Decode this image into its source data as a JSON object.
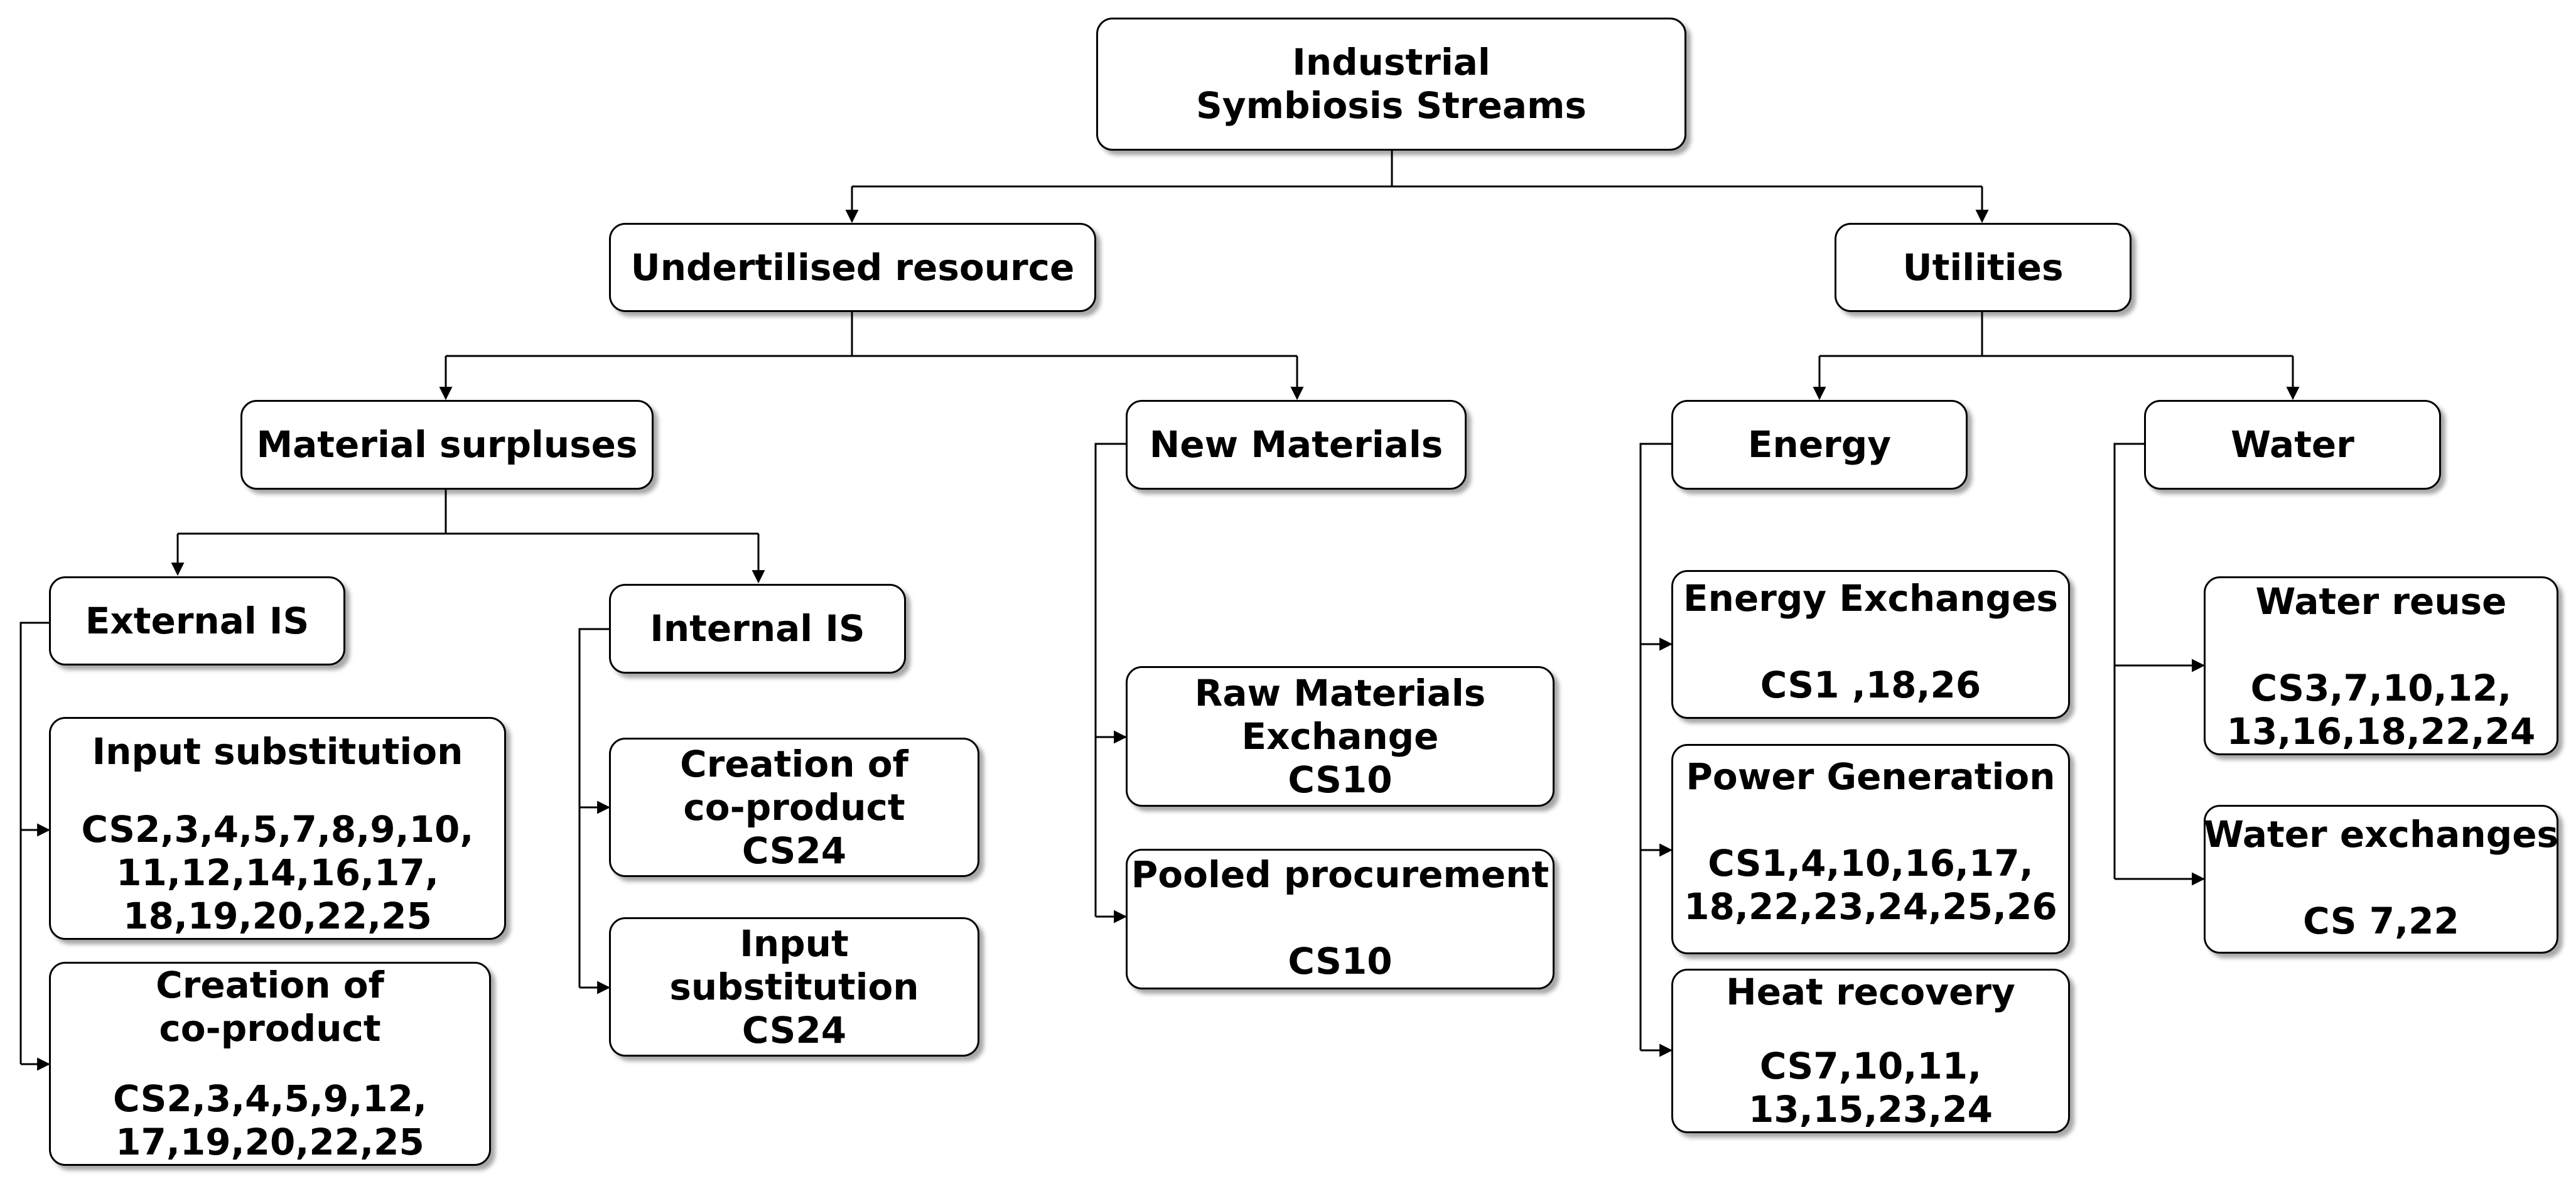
{
  "nodes": {
    "root": [
      "Industrial",
      "Symbiosis Streams"
    ],
    "undertilised": [
      "Undertilised resource"
    ],
    "utilities": [
      "Utilities"
    ],
    "material_surpluses": [
      "Material surpluses"
    ],
    "new_materials": [
      "New Materials"
    ],
    "energy": [
      "Energy"
    ],
    "water": [
      "Water"
    ],
    "external_is": [
      "External IS"
    ],
    "internal_is": [
      "Internal IS"
    ],
    "ext_input_substitution": {
      "title": [
        "Input substitution"
      ],
      "cases": [
        "CS2,3,4,5,7,8,9,10,",
        "11,12,14,16,17,",
        "18,19,20,22,25"
      ]
    },
    "ext_creation_coproduct": {
      "title": [
        "Creation of",
        "co-product"
      ],
      "cases": [
        "CS2,3,4,5,9,12,",
        "17,19,20,22,25"
      ]
    },
    "int_creation_coproduct": [
      "Creation of",
      "co-product",
      "CS24"
    ],
    "int_input_substitution": [
      "Input",
      "substitution",
      "CS24"
    ],
    "raw_materials_exchange": [
      "Raw Materials",
      "Exchange",
      "CS10"
    ],
    "pooled_procurement": {
      "title": [
        "Pooled procurement"
      ],
      "cases": [
        "CS10"
      ]
    },
    "energy_exchanges": {
      "title": [
        "Energy Exchanges"
      ],
      "cases": [
        "CS1 ,18,26"
      ]
    },
    "power_generation": {
      "title": [
        "Power Generation"
      ],
      "cases": [
        "CS1,4,10,16,17,",
        "18,22,23,24,25,26"
      ]
    },
    "heat_recovery": {
      "title": [
        "Heat recovery"
      ],
      "cases": [
        "CS7,10,11,",
        "13,15,23,24"
      ]
    },
    "water_reuse": {
      "title": [
        "Water reuse"
      ],
      "cases": [
        "CS3,7,10,12,",
        "13,16,18,22,24"
      ]
    },
    "water_exchanges": {
      "title": [
        "Water exchanges"
      ],
      "cases": [
        "CS 7,22"
      ]
    }
  }
}
